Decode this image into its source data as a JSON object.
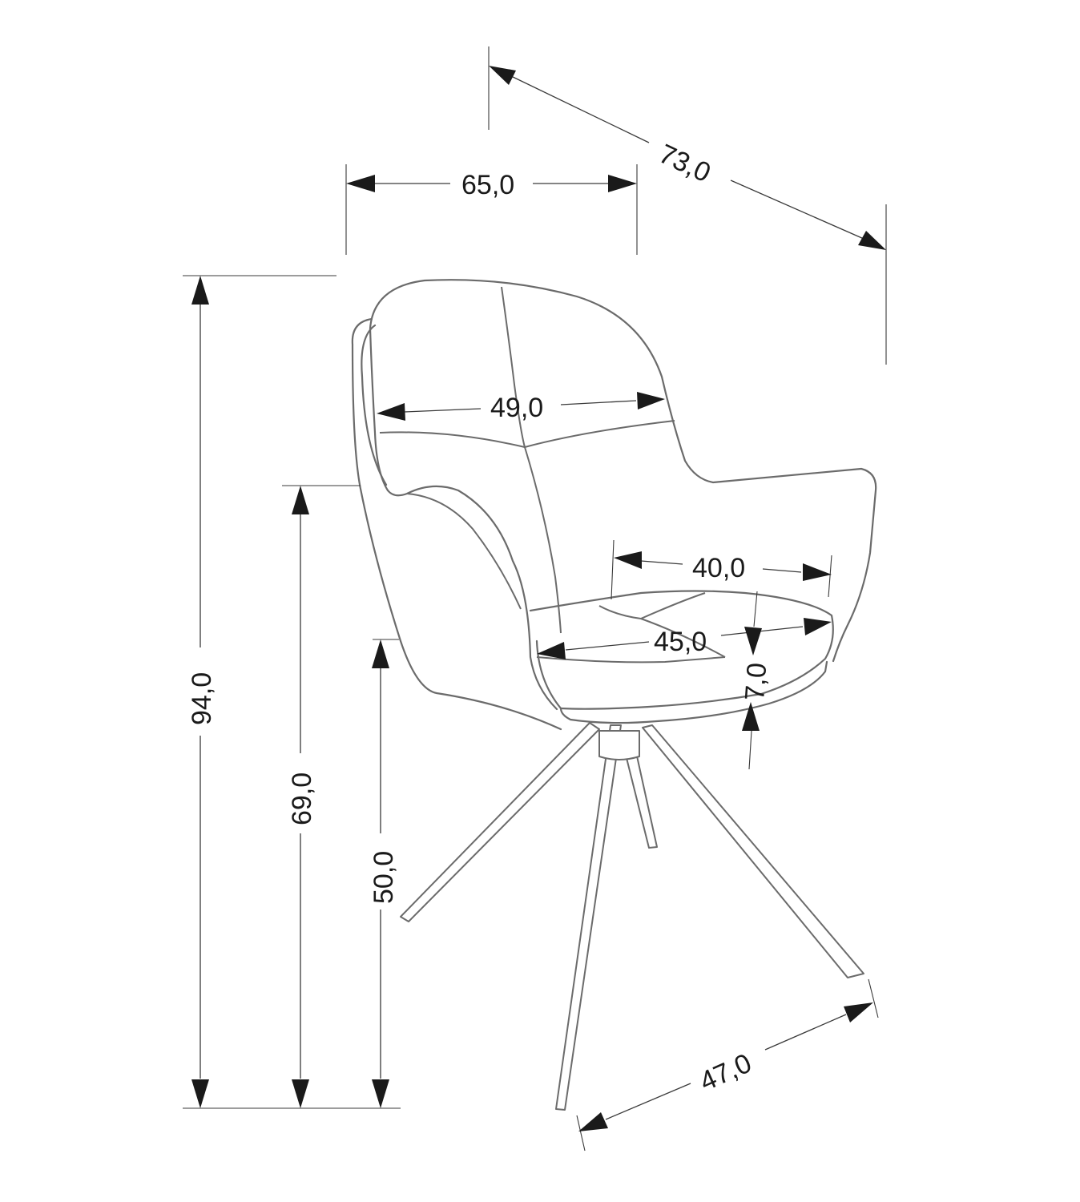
{
  "colors": {
    "line": "#6b6b6b",
    "dimension": "#1a1a1a",
    "background": "#ffffff"
  },
  "dimensions": {
    "depth_total": "73,0",
    "width_total": "65,0",
    "height_total": "94,0",
    "armrest_height": "69,0",
    "seat_height": "50,0",
    "backrest_width": "49,0",
    "seat_depth": "40,0",
    "seat_width": "45,0",
    "seat_thickness": "7,0",
    "base_width": "47,0"
  }
}
